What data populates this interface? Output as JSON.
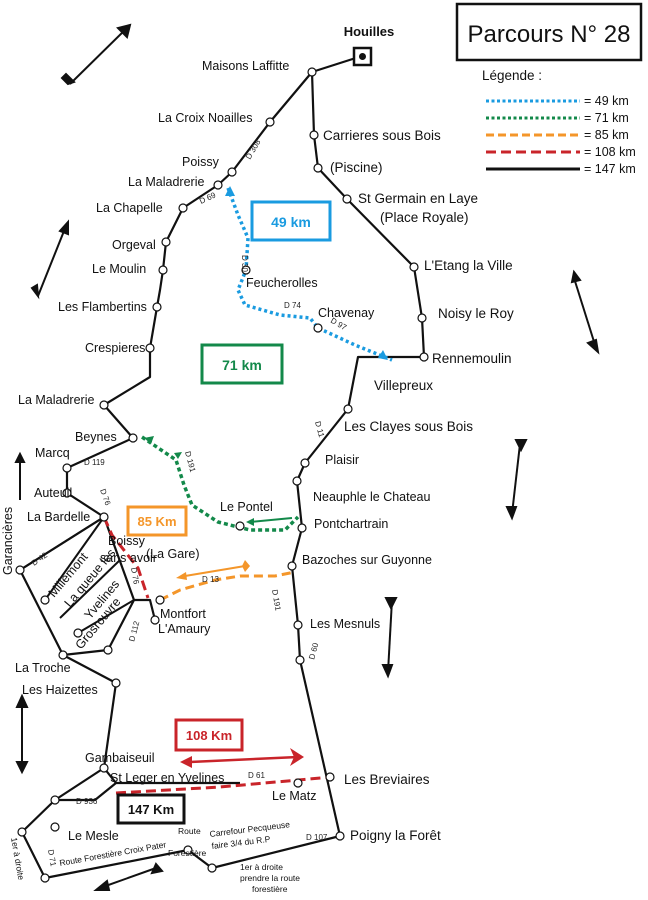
{
  "title": "Parcours N° 28",
  "start_point": "Houilles",
  "legend": {
    "title": "Légende :",
    "items": [
      {
        "label": "= 49 km",
        "color": "#1a9be0",
        "style": "dotted"
      },
      {
        "label": "= 71 km",
        "color": "#13894a",
        "style": "dotted"
      },
      {
        "label": "= 85 km",
        "color": "#f4962a",
        "style": "dashed"
      },
      {
        "label": "= 108 km",
        "color": "#c9242a",
        "style": "dashed"
      },
      {
        "label": "= 147 km",
        "color": "#111111",
        "style": "solid"
      }
    ]
  },
  "distance_boxes": [
    {
      "label": "49 km",
      "color": "#1a9be0"
    },
    {
      "label": "71 km",
      "color": "#13894a"
    },
    {
      "label": "85 Km",
      "color": "#f4962a"
    },
    {
      "label": "108 Km",
      "color": "#c9242a"
    },
    {
      "label": "147 Km",
      "color": "#111111"
    }
  ],
  "places": [
    "Maisons Laffitte",
    "La Croix Noailles",
    "Poissy",
    "La Maladrerie",
    "La Chapelle",
    "Orgeval",
    "Le Moulin",
    "Les Flambertins",
    "Crespieres",
    "La Maladrerie",
    "Beynes",
    "Marcq",
    "Auteuil",
    "La Bardelle",
    "Boissy",
    "sans avoir",
    "Millemont",
    "La queue les",
    "Yvelines",
    "Grosrouvre",
    "Montfort",
    "L'Amaury",
    "La Troche",
    "Les Haizettes",
    "Gambaiseuil",
    "St Leger en Yvelines",
    "Le Matz",
    "Le Mesle",
    "Poigny la Forêt",
    "Les Breviaires",
    "Les Mesnuls",
    "Bazoches sur Guyonne",
    "Pontchartrain",
    "Neauphle le Chateau",
    "Le Pontel",
    "Plaisir",
    "Les Clayes sous Bois",
    "Villepreux",
    "Rennemoulin",
    "Noisy le Roy",
    "L'Etang la Ville",
    "St Germain en Laye",
    "(Place Royale)",
    "Carrieres sous Bois",
    "(Piscine)",
    "Feucherolles",
    "Chavenay",
    "(La Gare)",
    "Garancières"
  ],
  "roads": [
    "D 308",
    "D 69",
    "D 30",
    "D 74",
    "D 97",
    "D 119",
    "D 191",
    "D 11",
    "D 76",
    "D 42",
    "D 13",
    "D 112",
    "D 191",
    "D 60",
    "D 61",
    "D 936",
    "D 107",
    "D 71",
    "D 76"
  ],
  "notes": {
    "route_croix_pater": "Route Forestière Croix Pater",
    "route": "Route",
    "forestiere": "Forestière",
    "carrefour_l1": "Carrefour Pecqueuse",
    "carrefour_l2": "faire 3/4 du R.P",
    "first_right_l1": "1er à droite",
    "first_right_l2": "prendre la route",
    "first_right_l3": "forestière",
    "first_right_short": "1er à droite"
  }
}
